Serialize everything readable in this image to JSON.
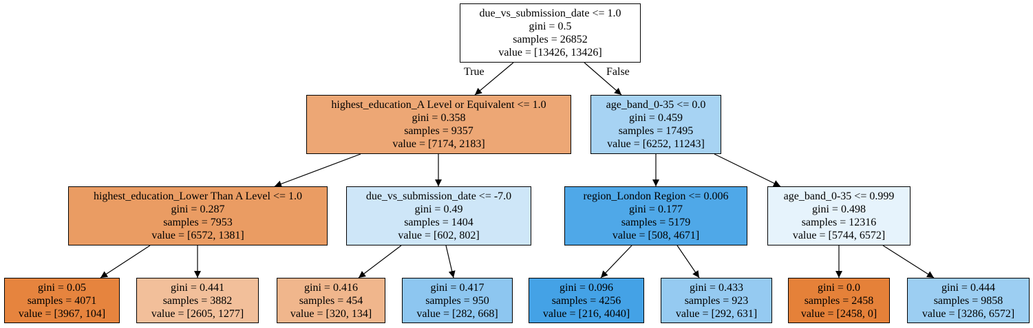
{
  "nodes": [
    {
      "id": "n0",
      "lines": [
        "due_vs_submission_date <= 1.0",
        "gini = 0.5",
        "samples = 26852",
        "value = [13426, 13426]"
      ],
      "color": "#ffffff"
    },
    {
      "id": "n1",
      "lines": [
        "highest_education_A Level or Equivalent <= 1.0",
        "gini = 0.358",
        "samples = 9357",
        "value = [7174, 2183]"
      ],
      "color": "#eda775"
    },
    {
      "id": "n2",
      "lines": [
        "age_band_0-35 <= 0.0",
        "gini = 0.459",
        "samples = 17495",
        "value = [6252, 11243]"
      ],
      "color": "#a7d3f3"
    },
    {
      "id": "n3",
      "lines": [
        "highest_education_Lower Than A Level <= 1.0",
        "gini = 0.287",
        "samples = 7953",
        "value = [6572, 1381]"
      ],
      "color": "#ea9c63"
    },
    {
      "id": "n4",
      "lines": [
        "due_vs_submission_date <= -7.0",
        "gini = 0.49",
        "samples = 1404",
        "value = [602, 802]"
      ],
      "color": "#cee6f8"
    },
    {
      "id": "n5",
      "lines": [
        "region_London Region <= 0.006",
        "gini = 0.177",
        "samples = 5179",
        "value = [508, 4671]"
      ],
      "color": "#4fa8e8"
    },
    {
      "id": "n6",
      "lines": [
        "age_band_0-35 <= 0.999",
        "gini = 0.498",
        "samples = 12316",
        "value = [5744, 6572]"
      ],
      "color": "#e6f3fc"
    },
    {
      "id": "n7",
      "lines": [
        "gini = 0.05",
        "samples = 4071",
        "value = [3967, 104]"
      ],
      "color": "#e6843e"
    },
    {
      "id": "n8",
      "lines": [
        "gini = 0.441",
        "samples = 3882",
        "value = [2605, 1277]"
      ],
      "color": "#f2bf9a"
    },
    {
      "id": "n9",
      "lines": [
        "gini = 0.416",
        "samples = 454",
        "value = [320, 134]"
      ],
      "color": "#f0b68c"
    },
    {
      "id": "n10",
      "lines": [
        "gini = 0.417",
        "samples = 950",
        "value = [282, 668]"
      ],
      "color": "#8dc6f0"
    },
    {
      "id": "n11",
      "lines": [
        "gini = 0.096",
        "samples = 4256",
        "value = [216, 4040]"
      ],
      "color": "#44a2e6"
    },
    {
      "id": "n12",
      "lines": [
        "gini = 0.433",
        "samples = 923",
        "value = [292, 631]"
      ],
      "color": "#95caf1"
    },
    {
      "id": "n13",
      "lines": [
        "gini = 0.0",
        "samples = 2458",
        "value = [2458, 0]"
      ],
      "color": "#e58139"
    },
    {
      "id": "n14",
      "lines": [
        "gini = 0.444",
        "samples = 9858",
        "value = [3286, 6572]"
      ],
      "color": "#9ccef2"
    }
  ],
  "edges": [
    {
      "from": "n0",
      "to": "n1"
    },
    {
      "from": "n0",
      "to": "n2"
    },
    {
      "from": "n1",
      "to": "n3"
    },
    {
      "from": "n1",
      "to": "n4"
    },
    {
      "from": "n2",
      "to": "n5"
    },
    {
      "from": "n2",
      "to": "n6"
    },
    {
      "from": "n3",
      "to": "n7"
    },
    {
      "from": "n3",
      "to": "n8"
    },
    {
      "from": "n4",
      "to": "n9"
    },
    {
      "from": "n4",
      "to": "n10"
    },
    {
      "from": "n5",
      "to": "n11"
    },
    {
      "from": "n5",
      "to": "n12"
    },
    {
      "from": "n6",
      "to": "n13"
    },
    {
      "from": "n6",
      "to": "n14"
    }
  ],
  "edge_labels": {
    "true_label": "True",
    "false_label": "False"
  }
}
